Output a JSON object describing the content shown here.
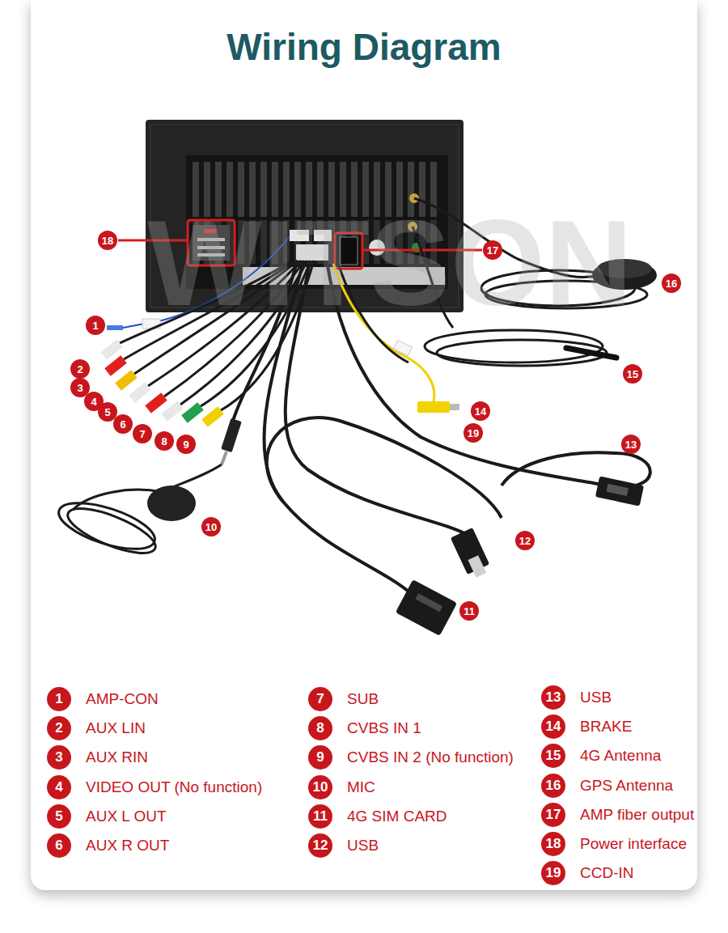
{
  "diagram": {
    "title": "Wiring Diagram",
    "labels": [
      "WITSON",
      "1",
      "2",
      "3",
      "4",
      "5",
      "6",
      "7",
      "8",
      "9",
      "10",
      "11",
      "12",
      "13",
      "14",
      "15",
      "16",
      "17",
      "18",
      "19",
      "1",
      "AMP-CON",
      "2",
      "AUX LIN",
      "3",
      "AUX RIN",
      "4",
      "VIDEO OUT (No function)",
      "5",
      "AUX L OUT",
      "6",
      "AUX R OUT",
      "7",
      "SUB",
      "8",
      "CVBS IN 1",
      "9",
      "CVBS IN 2 (No function)",
      "10",
      "MIC",
      "11",
      "4G SIM CARD",
      "12",
      "USB",
      "13",
      "USB",
      "14",
      "BRAKE",
      "15",
      "4G Antenna",
      "16",
      "GPS Antenna",
      "17",
      "AMP fiber output",
      "18",
      "Power interface",
      "19",
      "CCD-IN"
    ]
  }
}
